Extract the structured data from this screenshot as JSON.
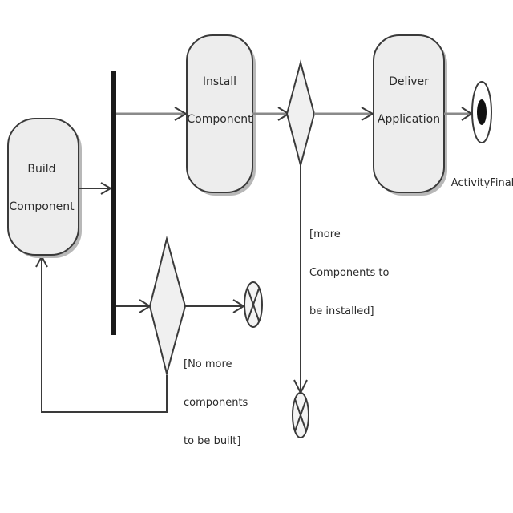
{
  "nodes": {
    "build_component": {
      "line1": "Build",
      "line2": "Component"
    },
    "install_component": {
      "line1": "Install",
      "line2": "Component"
    },
    "deliver_application": {
      "line1": "Deliver",
      "line2": "Application"
    },
    "activity_final": {
      "caption": "ActivityFinal"
    }
  },
  "guards": {
    "more_install": {
      "line1": "[more",
      "line2": "Components to",
      "line3": "be installed]"
    },
    "no_more_build": {
      "line1": "[No more",
      "line2": "components",
      "line3": "to be built]"
    }
  },
  "colors": {
    "node_fill": "#ededed",
    "stroke": "#3a3a3a",
    "fork_bar": "#1a1a1a",
    "final_dot": "#111111"
  }
}
